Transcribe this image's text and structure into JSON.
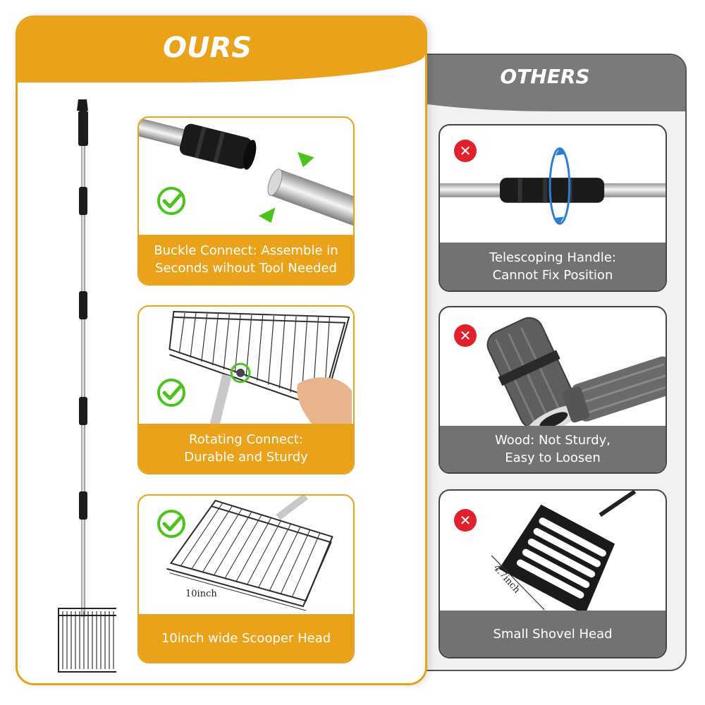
{
  "ours": {
    "title": "OURS",
    "cards": [
      {
        "caption_line1": "Buckle Connect: Assemble in",
        "caption_line2": "Seconds wihout Tool Needed"
      },
      {
        "caption_line1": "Rotating Connect:",
        "caption_line2": "Durable and Sturdy"
      },
      {
        "caption_line1": "10inch wide Scooper Head",
        "dimension_label": "10inch"
      }
    ]
  },
  "others": {
    "title": "OTHERS",
    "cards": [
      {
        "caption_line1": "Telescoping Handle:",
        "caption_line2": "Cannot Fix Position"
      },
      {
        "caption_line1": "Wood: Not Sturdy,",
        "caption_line2": "Easy to Loosen"
      },
      {
        "caption_line1": "Small Shovel Head",
        "dimension_label": "4.7inch"
      }
    ]
  },
  "icons": {
    "good": "green-check-icon",
    "bad": "red-x-icon",
    "bad_glyph": "✕"
  },
  "colors": {
    "ours_accent": "#eaa21a",
    "others_accent": "#727272",
    "check_green": "#4cc21c",
    "x_red": "#e0202a"
  }
}
